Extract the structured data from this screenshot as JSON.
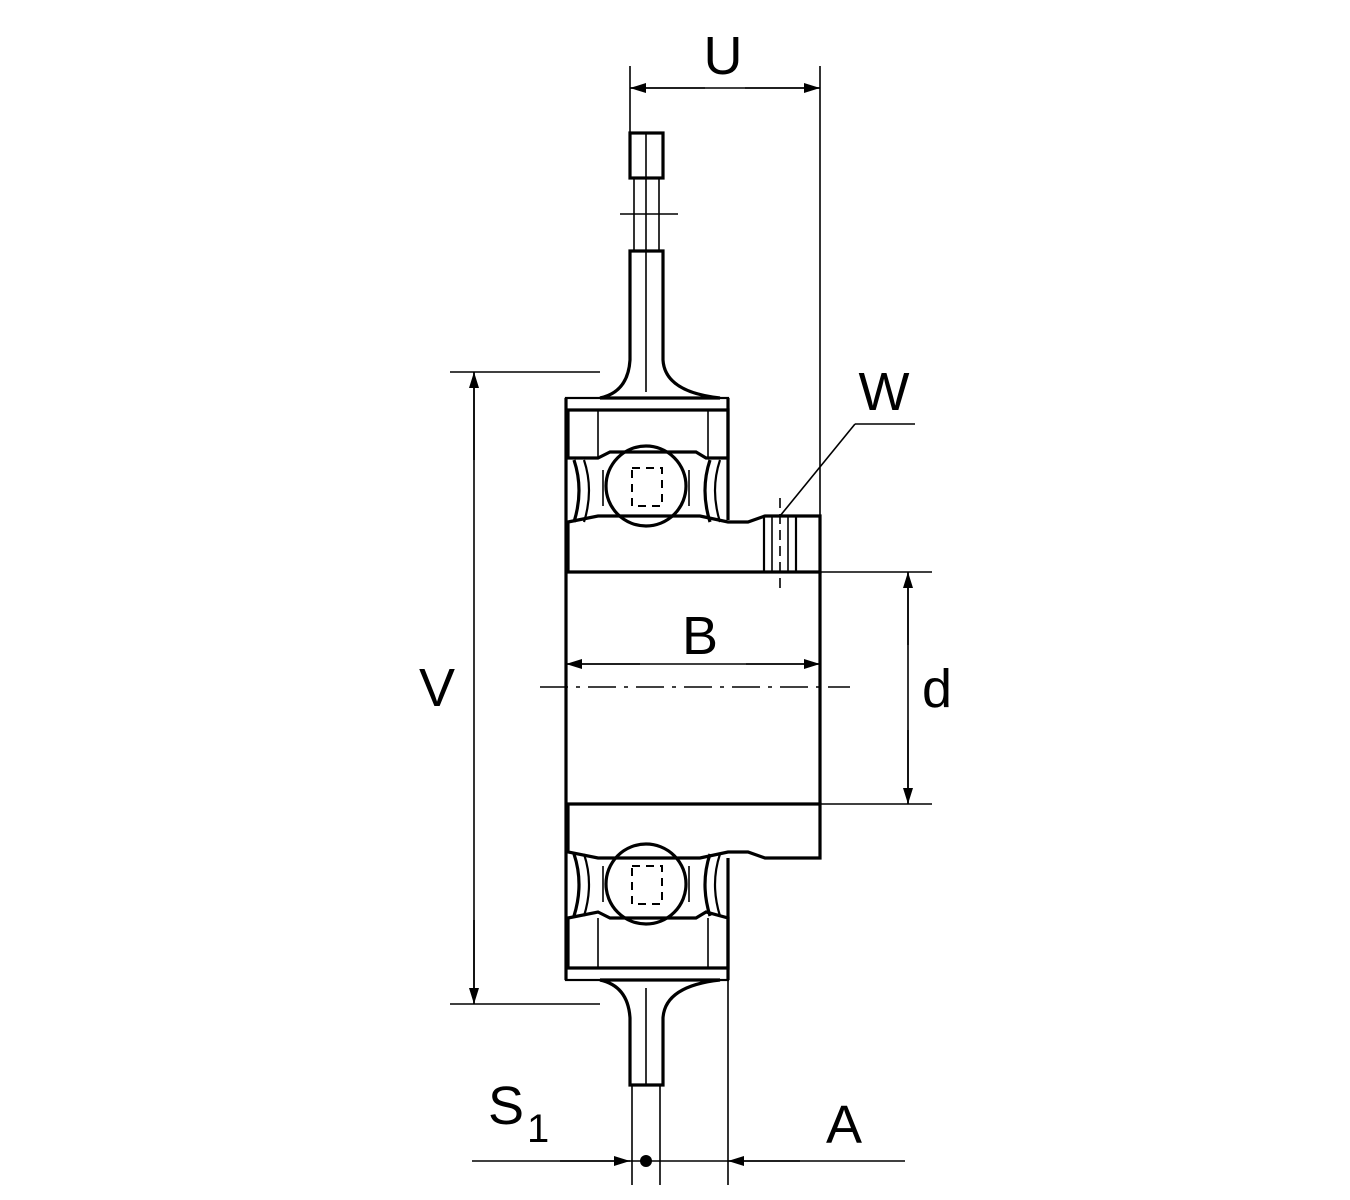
{
  "drawing": {
    "labels": {
      "U": "U",
      "W": "W",
      "V": "V",
      "B": "B",
      "d": "d",
      "S": "S",
      "S_sub": "1",
      "A": "A"
    }
  }
}
